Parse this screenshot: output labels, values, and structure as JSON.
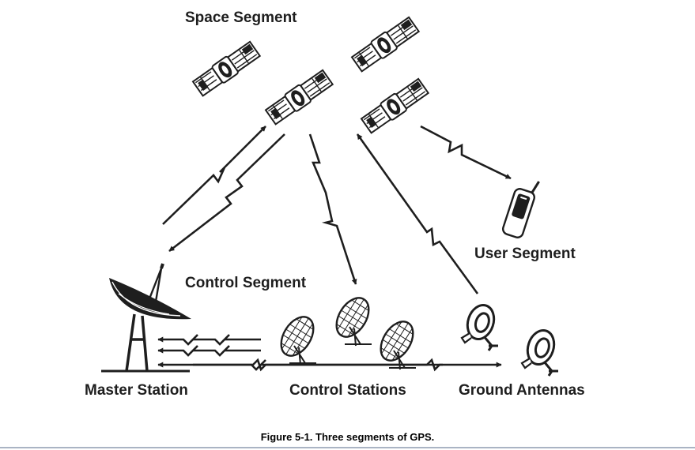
{
  "labels": {
    "space_segment": "Space Segment",
    "user_segment": "User Segment",
    "control_segment": "Control Segment",
    "master_station": "Master Station",
    "control_stations": "Control Stations",
    "ground_antennas": "Ground Antennas"
  },
  "caption": "Figure 5-1. Three segments of GPS.",
  "icons": {
    "satellite": "satellite-icon",
    "handset": "gps-handset-icon",
    "master_dish": "master-station-dish-icon",
    "control_dish": "control-station-dish-icon",
    "ground_antenna": "ground-antenna-icon"
  },
  "colors": {
    "ink": "#1e1e1e",
    "background": "#ffffff",
    "rule": "#aab4c4"
  }
}
